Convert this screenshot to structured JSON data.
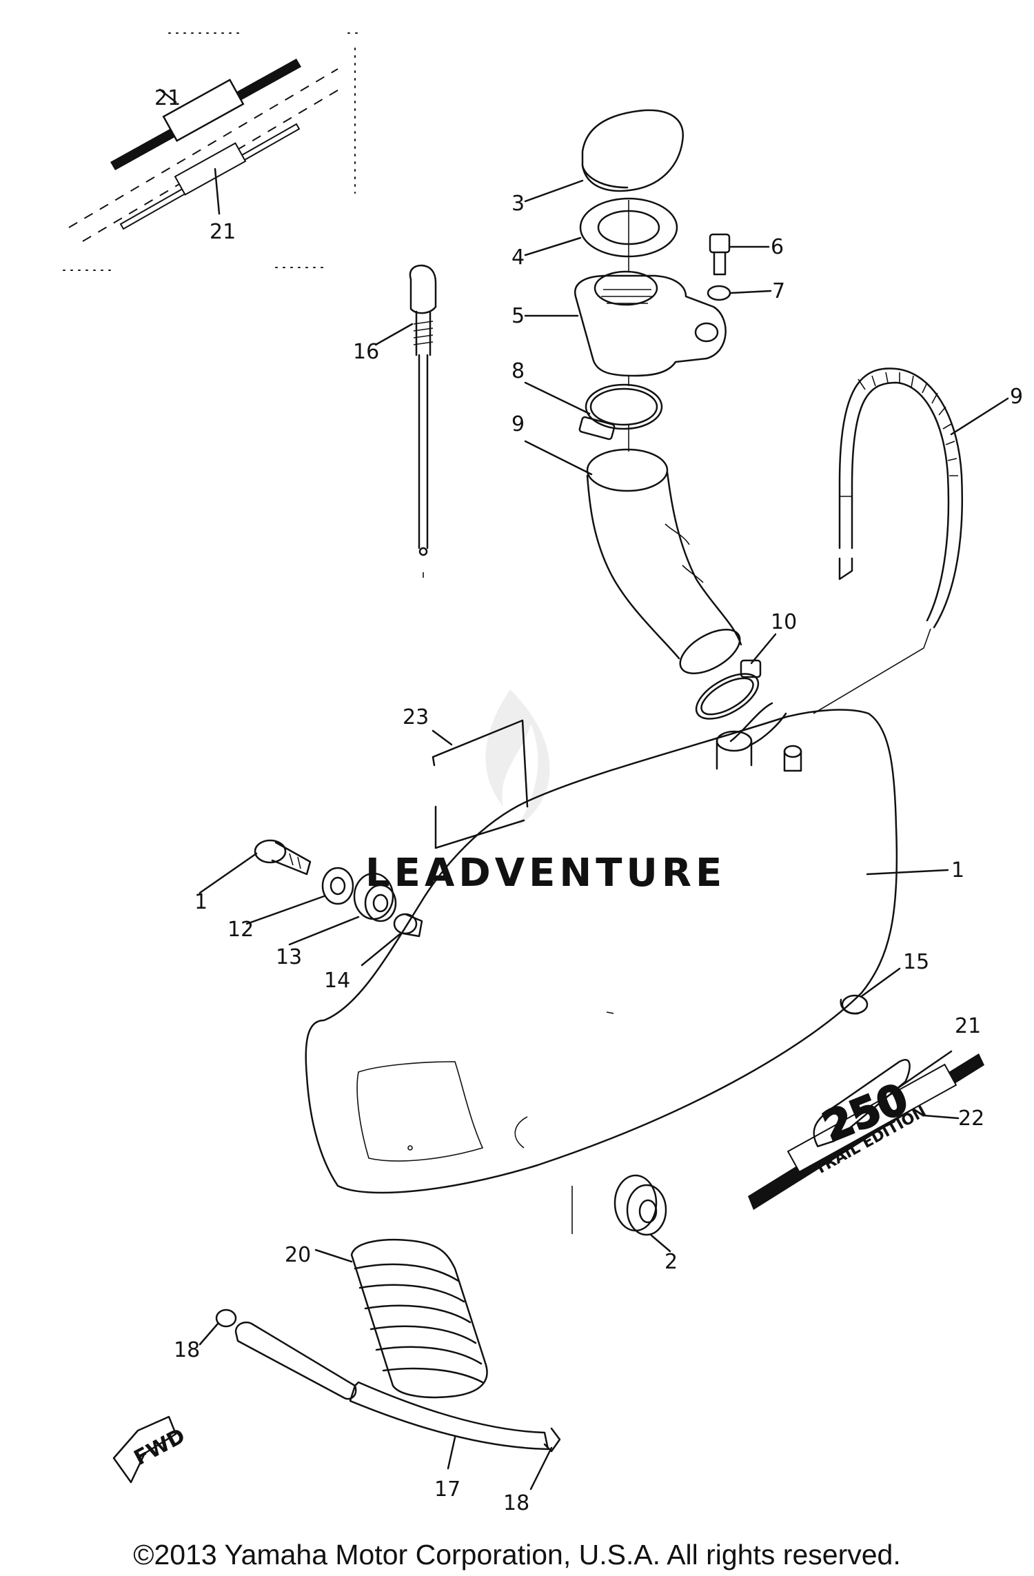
{
  "diagram": {
    "parts": [
      {
        "id": "part-1-bolt",
        "label": "1"
      },
      {
        "id": "part-1-tank",
        "label": "1"
      },
      {
        "id": "part-2",
        "label": "2"
      },
      {
        "id": "part-3",
        "label": "3"
      },
      {
        "id": "part-4",
        "label": "4"
      },
      {
        "id": "part-5",
        "label": "5"
      },
      {
        "id": "part-6",
        "label": "6"
      },
      {
        "id": "part-7",
        "label": "7"
      },
      {
        "id": "part-8",
        "label": "8"
      },
      {
        "id": "part-9-hose",
        "label": "9"
      },
      {
        "id": "part-9-neck",
        "label": "9"
      },
      {
        "id": "part-10",
        "label": "10"
      },
      {
        "id": "part-12",
        "label": "12"
      },
      {
        "id": "part-13",
        "label": "13"
      },
      {
        "id": "part-14",
        "label": "14"
      },
      {
        "id": "part-15",
        "label": "15"
      },
      {
        "id": "part-16",
        "label": "16"
      },
      {
        "id": "part-17",
        "label": "17"
      },
      {
        "id": "part-18-left",
        "label": "18"
      },
      {
        "id": "part-18-bottom",
        "label": "18"
      },
      {
        "id": "part-20",
        "label": "20"
      },
      {
        "id": "part-21-inset-top",
        "label": "21"
      },
      {
        "id": "part-21-inset-bottom",
        "label": "21"
      },
      {
        "id": "part-21-decal",
        "label": "21"
      },
      {
        "id": "part-22",
        "label": "22"
      },
      {
        "id": "part-23",
        "label": "23"
      }
    ],
    "fwd_label": "FWD",
    "decal_number": "250",
    "decal_text": "TRAIL EDITION",
    "watermark": "LEADVENTURE"
  },
  "footer": {
    "copyright": "©2013 Yamaha Motor Corporation, U.S.A. All rights reserved."
  }
}
